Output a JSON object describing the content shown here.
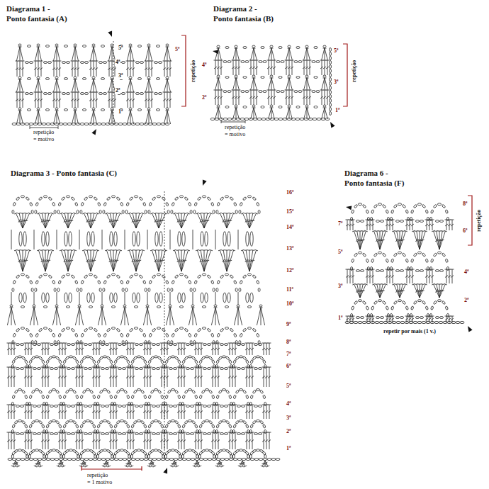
{
  "diagram": {
    "labels": [
      "Diagrama 1 -",
      "Ponto fantasia (A)",
      "5ª",
      "4ª",
      "3ª",
      "2ª",
      "1ª",
      "5ª",
      "repetição",
      "repetição",
      "= motivo",
      "Diagrama 2 -",
      "Ponto fantasia (B)",
      "5ª",
      "3ª",
      "1ª",
      "repetição",
      "4ª",
      "2ª",
      "repetição",
      "= motivo",
      "Diagrama 3 - Ponto fantasia (C)",
      "16ª",
      "15ª",
      "14ª",
      "13ª",
      "12ª",
      "11ª",
      "10ª",
      "9ª",
      "8ª",
      "7ª",
      "6ª",
      "5ª",
      "4ª",
      "3ª",
      "2ª",
      "1ª",
      "repetição",
      "= 1 motivo",
      "Diagrama 6 -",
      "Ponto fantasia (F)",
      "8ª",
      "6ª",
      "repetição",
      "4ª",
      "2ª",
      "7ª",
      "5ª",
      "3ª",
      "1ª",
      "repetir por mais (1 v.)"
    ]
  }
}
